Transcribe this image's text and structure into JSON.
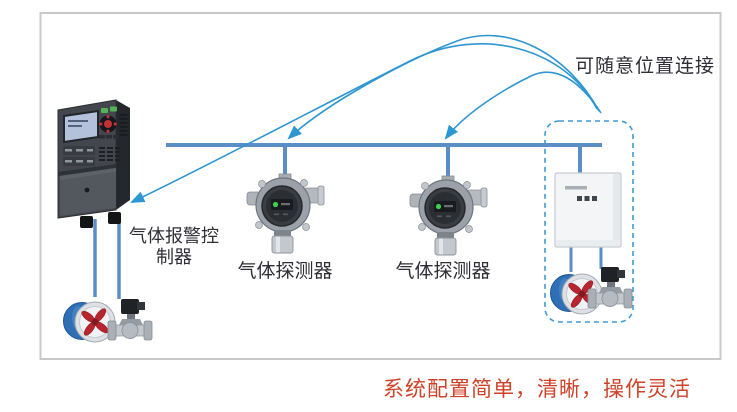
{
  "annotations": {
    "connect_note": "可随意位置连接",
    "caption": "系统配置简单，清晰，操作灵活"
  },
  "labels": {
    "controller_line1": "气体报警控",
    "controller_line2": "制器",
    "detector1": "气体探测器",
    "detector2": "气体探测器"
  },
  "icons": {
    "controller": "gas-alarm-controller-image",
    "detector": "gas-detector-image",
    "fan": "fan-icon",
    "valve": "solenoid-valve-icon",
    "module": "io-module-image",
    "arrow": "arrow-icon"
  },
  "colors": {
    "busline": "#5b8dc7",
    "curveblue": "#2e96d2",
    "dashedblue": "#3f9bd4",
    "framegray": "#c9c9c9",
    "captionred": "#cd4228",
    "labeldark": "#2e2e36"
  }
}
